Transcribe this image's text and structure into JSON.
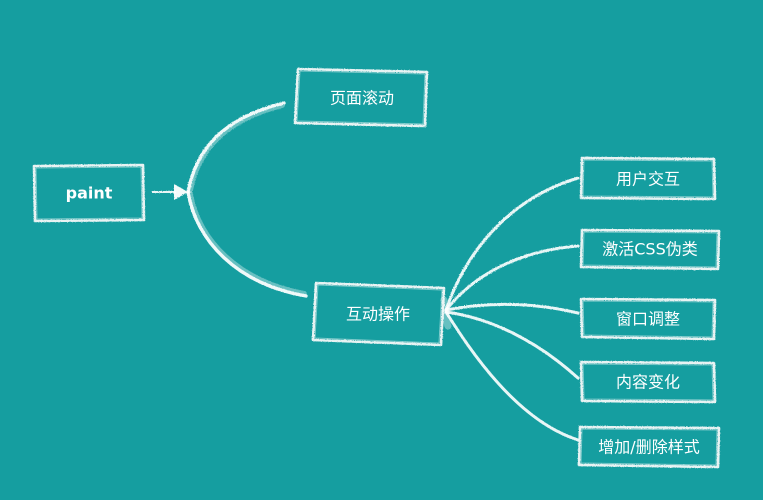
{
  "colors": {
    "background": "#159ea0",
    "chalk": "#ffffff"
  },
  "nodes": {
    "paint": "paint",
    "page_scroll": "页面滚动",
    "interaction": "互动操作",
    "user_interaction": "用户交互",
    "css_pseudo": "激活CSS伪类",
    "window_resize": "窗口调整",
    "content_change": "内容变化",
    "add_remove_style": "增加/删除样式"
  }
}
